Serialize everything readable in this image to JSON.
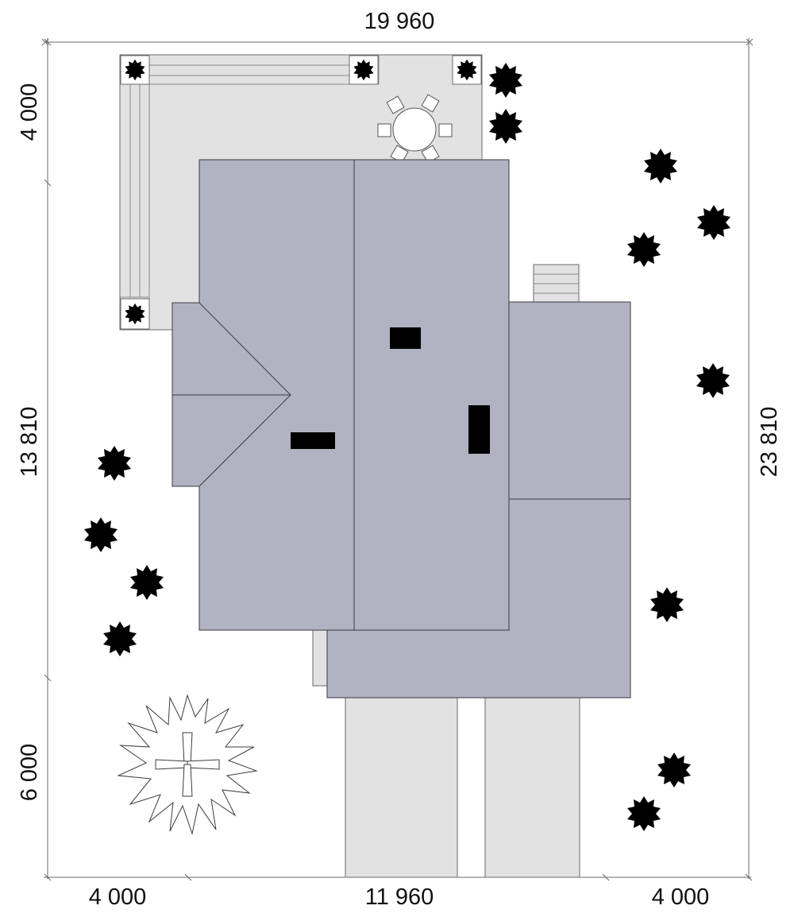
{
  "dimensions": {
    "top_width": "19 960",
    "left_top": "4 000",
    "left_middle": "13 810",
    "left_bottom": "6 000",
    "right_total": "23 810",
    "bottom_left": "4 000",
    "bottom_middle": "11 960",
    "bottom_right": "4 000"
  },
  "colors": {
    "roof": "#b1b3c2",
    "paving": "#e2e2e2",
    "chimney": "#000000",
    "background": "#ffffff"
  },
  "icons": {
    "shrub": "shrub-icon",
    "tree": "tree-icon",
    "planter": "planter-icon",
    "table": "round-table-icon",
    "chair": "chair-icon"
  }
}
